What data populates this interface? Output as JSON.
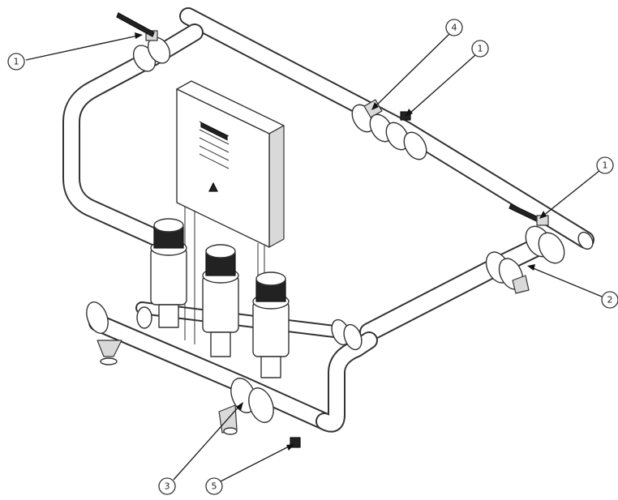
{
  "callouts": [
    {
      "label": "1"
    },
    {
      "label": "4"
    },
    {
      "label": "1"
    },
    {
      "label": "1"
    },
    {
      "label": "2"
    },
    {
      "label": "3"
    },
    {
      "label": "5"
    }
  ],
  "control_panel": {
    "warning_symbol": "warning-triangle"
  },
  "colors": {
    "line": "#333333",
    "background": "#ffffff",
    "shade": "#d9d9d9"
  }
}
